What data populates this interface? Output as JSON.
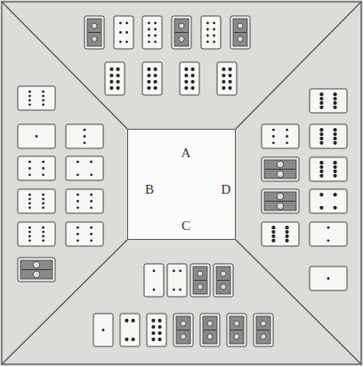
{
  "diagram": {
    "nodes": [
      {
        "text": [
          "A",
          "B",
          "D",
          "C"
        ]
      }
    ]
  }
}
